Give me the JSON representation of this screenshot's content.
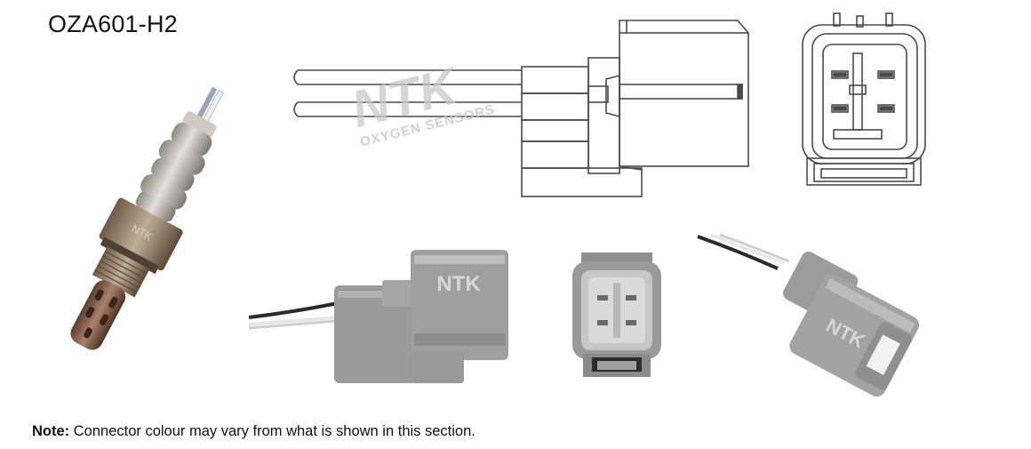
{
  "part_number": "OZA601-H2",
  "brand": {
    "logo_text": "NTK",
    "logo_subtext": "OXYGEN SENSORS",
    "stamp_text": "NTK"
  },
  "note": {
    "label": "Note:",
    "text": " Connector colour may vary from what is shown in this section."
  },
  "colors": {
    "line_art": "#4a4a4a",
    "connector_grey": "#9a9a9a",
    "connector_light": "#b9b9b9",
    "sensor_metal": "#b8b2a6",
    "sensor_thread": "#8a7a66",
    "sensor_tip": "#7a5a44",
    "watermark": "#c9c9c9"
  },
  "icons": [
    "oxygen-sensor-photo",
    "connector-side-drawing",
    "connector-face-drawing",
    "connector-side-photo",
    "connector-face-photo",
    "connector-angle-photo"
  ]
}
